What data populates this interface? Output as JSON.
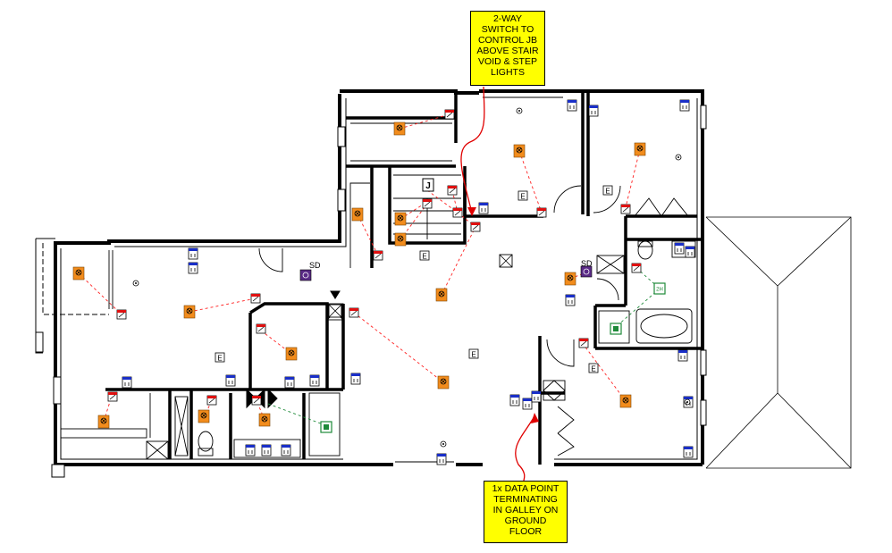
{
  "notes": {
    "top": [
      "2-WAY",
      "SWITCH TO",
      "CONTROL JB",
      "ABOVE STAIR",
      "VOID & STEP",
      "LIGHTS"
    ],
    "bottom": [
      "1x DATA POINT",
      "TERMINATING",
      "IN GALLEY ON",
      "GROUND",
      "FLOOR"
    ]
  },
  "symbols": {
    "smoke_detector": "SD",
    "exhaust": "E",
    "junction_box": "J",
    "heater": "2H"
  },
  "colors": {
    "wall": "#000000",
    "light_fitting": "#f28c1c",
    "switch": "#e01010",
    "power_point": "#1a2fc8",
    "smoke_detector": "#5a2a86",
    "heated_rail": "#1f8a3a",
    "callout": "#ffff00",
    "circuit_line": "#ff2020",
    "leader": "#e00000"
  },
  "icons": [
    "light-fitting-icon",
    "light-switch-icon",
    "power-point-icon",
    "smoke-detector-icon",
    "exhaust-fan-icon",
    "ceiling-light-icon",
    "junction-box-icon",
    "skylight-icon"
  ]
}
